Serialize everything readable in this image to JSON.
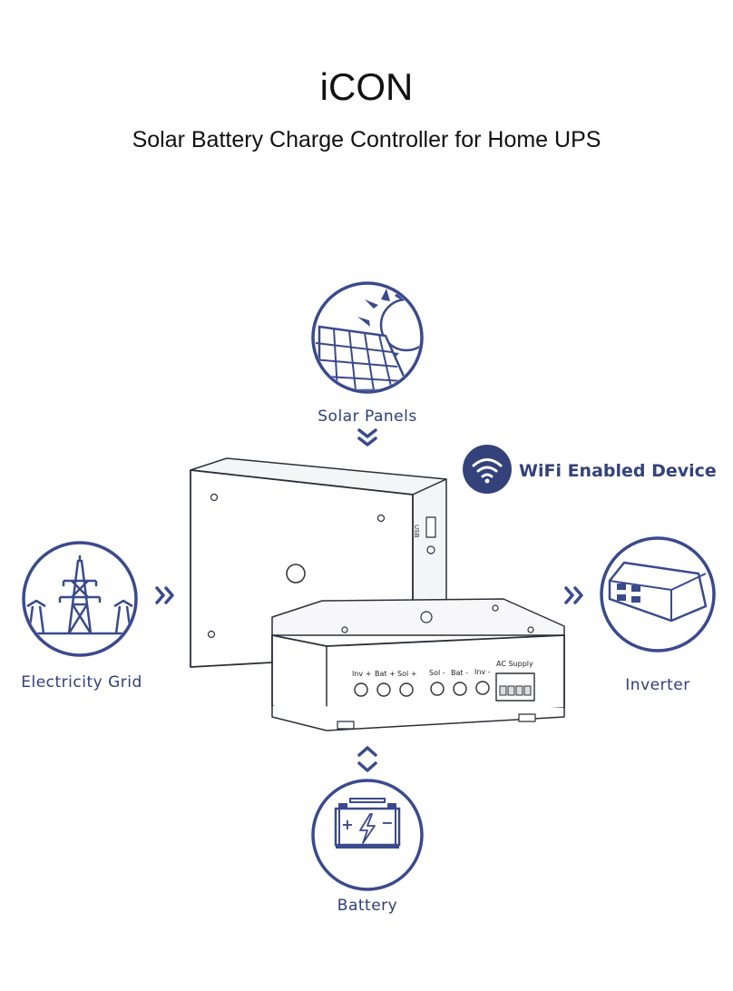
{
  "header": {
    "title": "iCON",
    "subtitle": "Solar Battery Charge Controller for Home UPS"
  },
  "nodes": {
    "solar": {
      "label": "Solar Panels",
      "icon": "solar-panel-icon"
    },
    "grid": {
      "label": "Electricity Grid",
      "icon": "transmission-tower-icon"
    },
    "inverter": {
      "label": "Inverter",
      "icon": "inverter-icon"
    },
    "battery": {
      "label": "Battery",
      "icon": "battery-icon"
    }
  },
  "wifi": {
    "label": "WiFi Enabled Device",
    "icon": "wifi-icon"
  },
  "device": {
    "ports": [
      "Inv +",
      "Bat +",
      "Sol +",
      "Sol -",
      "Bat -",
      "Inv -"
    ],
    "ac_label": "AC Supply",
    "usb_label": "USB"
  },
  "colors": {
    "accent": "#2f3d7a",
    "stroke": "#3a4a8c"
  }
}
